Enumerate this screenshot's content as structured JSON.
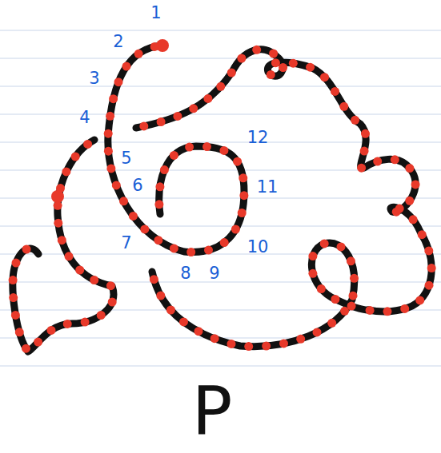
{
  "diagram": {
    "labels": [
      "1",
      "2",
      "3",
      "4",
      "5",
      "6",
      "7",
      "8",
      "9",
      "10",
      "11",
      "12",
      "P"
    ]
  }
}
